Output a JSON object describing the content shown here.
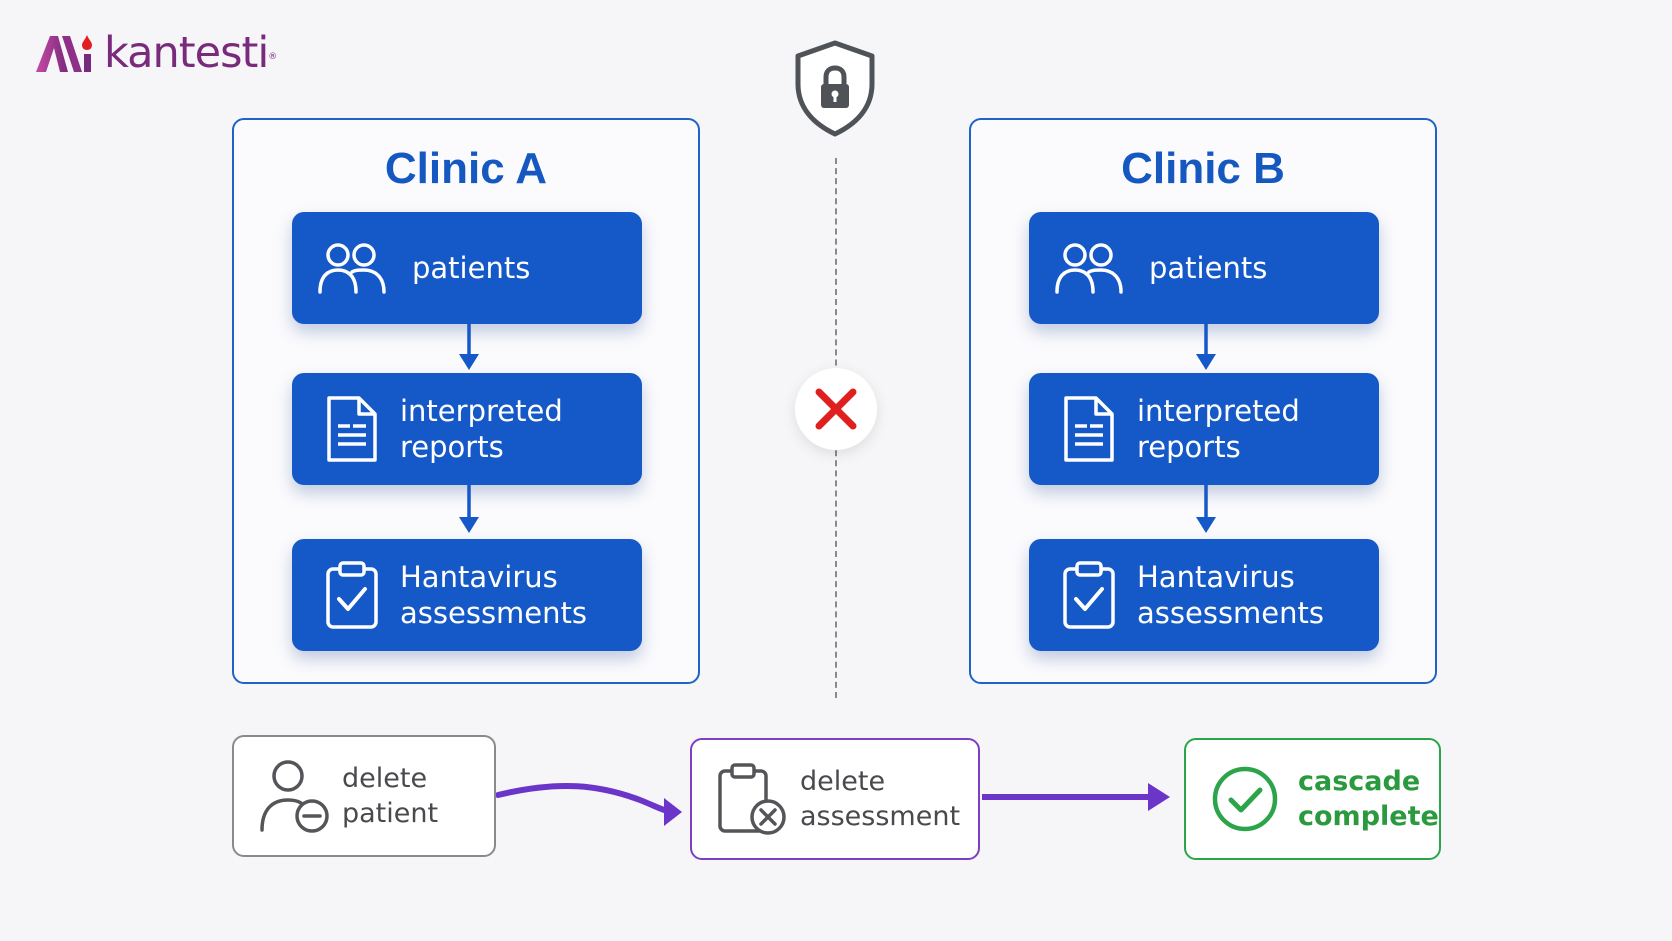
{
  "brand": {
    "name": "kantesti",
    "reg": "®",
    "accent": "#7a2a7c"
  },
  "isolation": {
    "icon": "lock-shield-icon",
    "blocked_icon": "red-x-icon"
  },
  "clinics": [
    {
      "title": "Clinic A",
      "nodes": [
        {
          "icon": "users-icon",
          "label": "patients"
        },
        {
          "icon": "document-icon",
          "label": "interpreted\nreports"
        },
        {
          "icon": "clipboard-check-icon",
          "label": "Hantavirus\nassessments"
        }
      ]
    },
    {
      "title": "Clinic B",
      "nodes": [
        {
          "icon": "users-icon",
          "label": "patients"
        },
        {
          "icon": "document-icon",
          "label": "interpreted\nreports"
        },
        {
          "icon": "clipboard-check-icon",
          "label": "Hantavirus\nassessments"
        }
      ]
    }
  ],
  "flow": [
    {
      "icon": "user-remove-icon",
      "label": "delete\npatient"
    },
    {
      "icon": "clipboard-x-icon",
      "label": "delete\nassessment"
    },
    {
      "icon": "check-circle-icon",
      "label": "cascade\ncomplete"
    }
  ],
  "colors": {
    "clinic_blue": "#1558c7",
    "flow_purple": "#6a35c8",
    "success_green": "#2ca44a",
    "block_red": "#e0201e"
  }
}
